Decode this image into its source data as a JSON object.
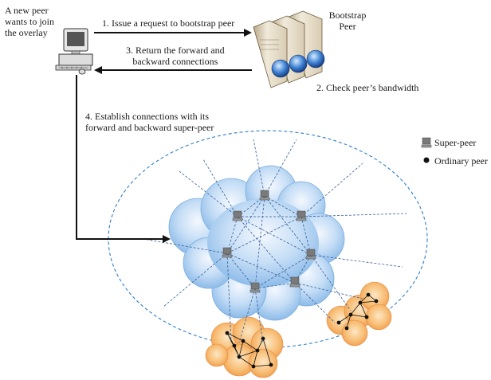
{
  "labels": {
    "new_peer": [
      "A new peer",
      "wants to join",
      "the overlay"
    ],
    "bootstrap": [
      "Bootstrap",
      "Peer"
    ],
    "step1": "1. Issue a request to bootstrap peer",
    "step3": [
      "3. Return the forward and",
      "backward connections"
    ],
    "step2": "2. Check peer’s bandwidth",
    "step4": [
      "4. Establish connections with its",
      "forward and backward super-peer"
    ]
  },
  "legend": {
    "super_peer": "Super-peer",
    "ordinary_peer": "Ordinary peer"
  },
  "colors": {
    "arrow": "#111111",
    "overlay_ellipse": "#2e7fc8",
    "cloud": "#a9cdf0",
    "cluster": "#f6b36a"
  },
  "icons": {
    "new_peer": "desktop-computer-icon",
    "bootstrap": "server-rack-icon",
    "super_peer": "computer-node-icon",
    "ordinary_peer": "dot-icon"
  }
}
